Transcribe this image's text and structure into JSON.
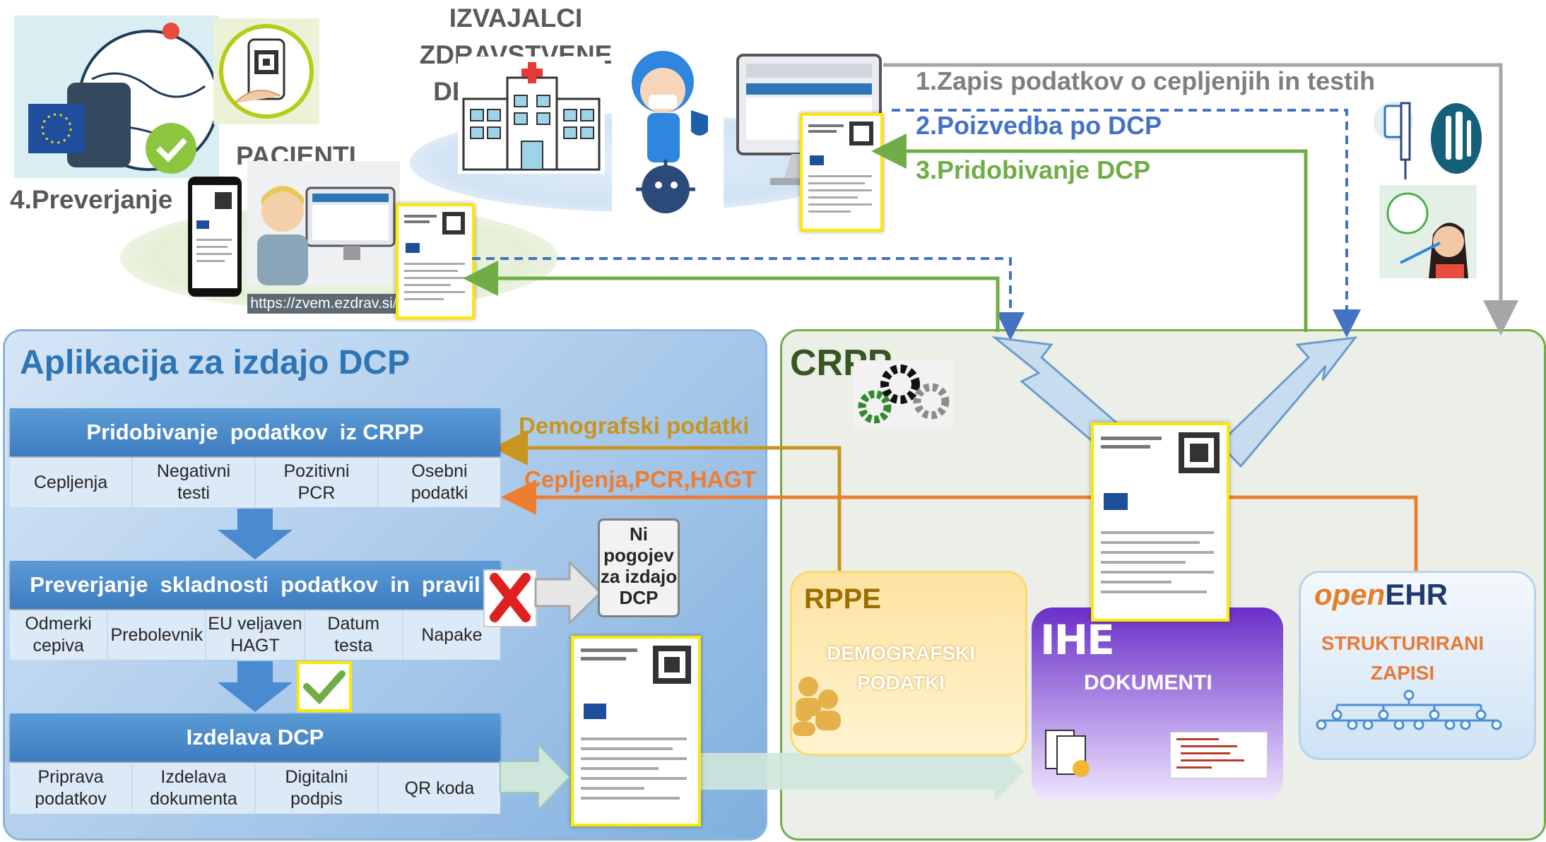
{
  "top": {
    "providers_line1": "IZVAJALCI ZDRAVSTVENE",
    "providers_line2": "DEJAVNOSTI",
    "patients": "PACIENTI",
    "verification": "4.Preverjanje",
    "url": "https://zvem.ezdrav.si/"
  },
  "flows": {
    "step1": "1.Zapis podatkov o cepljenjih in testih",
    "step2": "2.Poizvedba po DCP",
    "step3": "3.Pridobivanje DCP",
    "demographic": "Demografski podatki",
    "vaccinations": "Cepljenja,PCR,HAGT"
  },
  "app": {
    "title": "Aplikacija za izdajo DCP",
    "section1": {
      "title": "Pridobivanje  podatkov  iz CRPP",
      "cells": [
        "Cepljenja",
        "Negativni\ntesti",
        "Pozitivni\nPCR",
        "Osebni\npodatki"
      ]
    },
    "section2": {
      "title": "Preverjanje  skladnosti  podatkov  in  pravil",
      "cells": [
        "Odmerki\ncepiva",
        "Prebolevnik",
        "EU veljaven\nHAGT",
        "Datum\ntesta",
        "Napake"
      ]
    },
    "section3": {
      "title": "Izdelava DCP",
      "cells": [
        "Priprava\npodatkov",
        "Izdelava\ndokumenta",
        "Digitalni\npodpis",
        "QR koda"
      ]
    },
    "no_conditions": [
      "Ni",
      "pogojev",
      "za izdajo",
      "DCP"
    ]
  },
  "crpp": {
    "title": "CRPP",
    "rppe": {
      "title": "RPPE",
      "line1": "DEMOGRAFSKI",
      "line2": "PODATKI"
    },
    "ihe": {
      "logo": "IHE",
      "label": "DOKUMENTI"
    },
    "openehr": {
      "logo_a": "open",
      "logo_b": "EHR",
      "line1": "STRUKTURIRANI",
      "line2": "ZAPISI"
    }
  },
  "colors": {
    "blue_dashed": "#4472c4",
    "green": "#70ad47",
    "gray": "#a6a6a6",
    "orange_brown": "#c8951f",
    "orange": "#ed7d31",
    "app_title": "#2e75b6",
    "crpp_title": "#375623"
  }
}
